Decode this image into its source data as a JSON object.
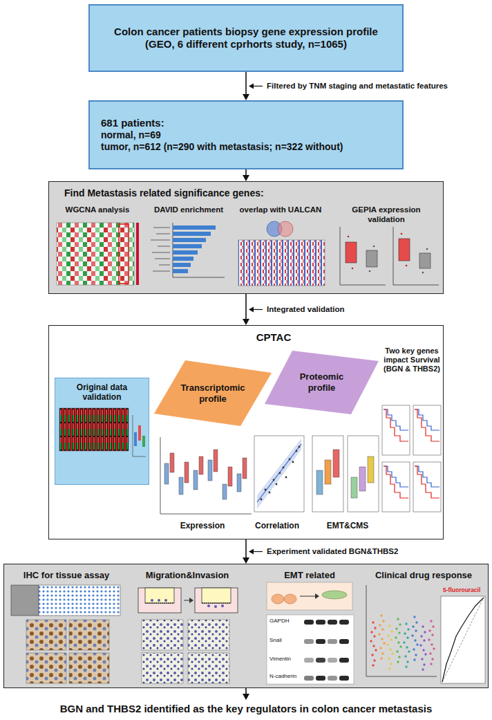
{
  "diagram": {
    "nodes": [
      {
        "text": [
          "Colon cancer patients biopsy gene expression profile",
          "(GEO, 6 different cprhorts study, n=1065)"
        ]
      },
      {
        "text": [
          "681 patients:",
          "normal, n=69",
          "tumor, n=612 (n=290 with metastasis; n=322 without)"
        ]
      },
      {
        "text": [
          "Find Metastasis related significance genes:",
          "WGCNA analysis",
          "DAVID enrichment",
          "overlap with UALCAN",
          "GEPIA expression validation"
        ]
      },
      {
        "text": [
          "CPTAC",
          "Two key genes impact Survival (BGN & THBS2)",
          "Expression",
          "Correlation",
          "EMT&CMS"
        ]
      },
      {
        "text": [
          "Original data validation"
        ],
        "in": 3
      },
      {
        "text": [
          "Transcriptomic profile"
        ],
        "in": 3
      },
      {
        "text": [
          "Proteomic profile"
        ],
        "in": 3
      },
      {
        "text": [
          "IHC for tissue assay",
          "Migration&Invasion",
          "EMT related",
          "Clinical drug response"
        ]
      },
      {
        "text": [
          "BGN and THBS2 identified as the key regulators in colon cancer metastasis"
        ]
      }
    ],
    "edges": [
      {
        "from": 0,
        "to": 1,
        "arrow": "to",
        "label": "Filtered by TNM staging and metastatic features"
      },
      {
        "from": 1,
        "to": 2,
        "arrow": "to"
      },
      {
        "from": 2,
        "to": 3,
        "arrow": "to",
        "label": "Integrated validation"
      },
      {
        "from": 3,
        "to": 7,
        "arrow": "to",
        "label": "Experiment validated BGN&THBS2"
      },
      {
        "from": 7,
        "to": 8,
        "arrow": "to"
      }
    ],
    "labels": [
      "GAPDH",
      "Snail",
      "Vimentin",
      "N-cadherin",
      "5-fluorouracil"
    ]
  }
}
